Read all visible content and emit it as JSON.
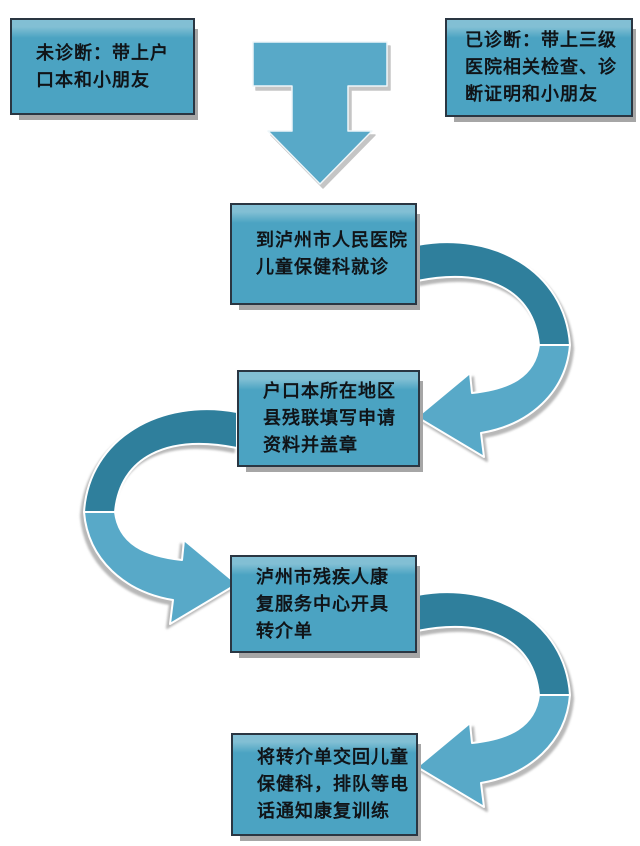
{
  "colors": {
    "background": "#ffffff",
    "box_fill": "#4ba3c2",
    "box_highlight": "#82bfd4",
    "box_border": "#2a3642",
    "arrow_light": "#58a9c8",
    "arrow_dark": "#2f7f9c",
    "shadow": "#a6a6a6",
    "text": "#101418"
  },
  "flowchart": {
    "entry_left": {
      "lines": [
        "未诊断：带上户",
        "口本和小朋友"
      ]
    },
    "entry_right": {
      "lines": [
        "已诊断：带上三级",
        "医院相关检查、诊",
        "断证明和小朋友"
      ]
    },
    "steps": [
      {
        "lines": [
          "到泸州市人民医院",
          "儿童保健科就诊"
        ]
      },
      {
        "lines": [
          "户口本所在地区",
          "县残联填写申请",
          "资料并盖章"
        ]
      },
      {
        "lines": [
          "泸州市残疾人康",
          "复服务中心开具",
          "转介单"
        ]
      },
      {
        "lines": [
          "将转介单交回儿童",
          "保健科，排队等电",
          "话通知康复训练"
        ]
      }
    ],
    "connectors": [
      {
        "name": "down-arrow-icon"
      },
      {
        "name": "curved-arrow-right-icon"
      },
      {
        "name": "curved-arrow-left-icon"
      },
      {
        "name": "curved-arrow-right-icon"
      }
    ]
  }
}
